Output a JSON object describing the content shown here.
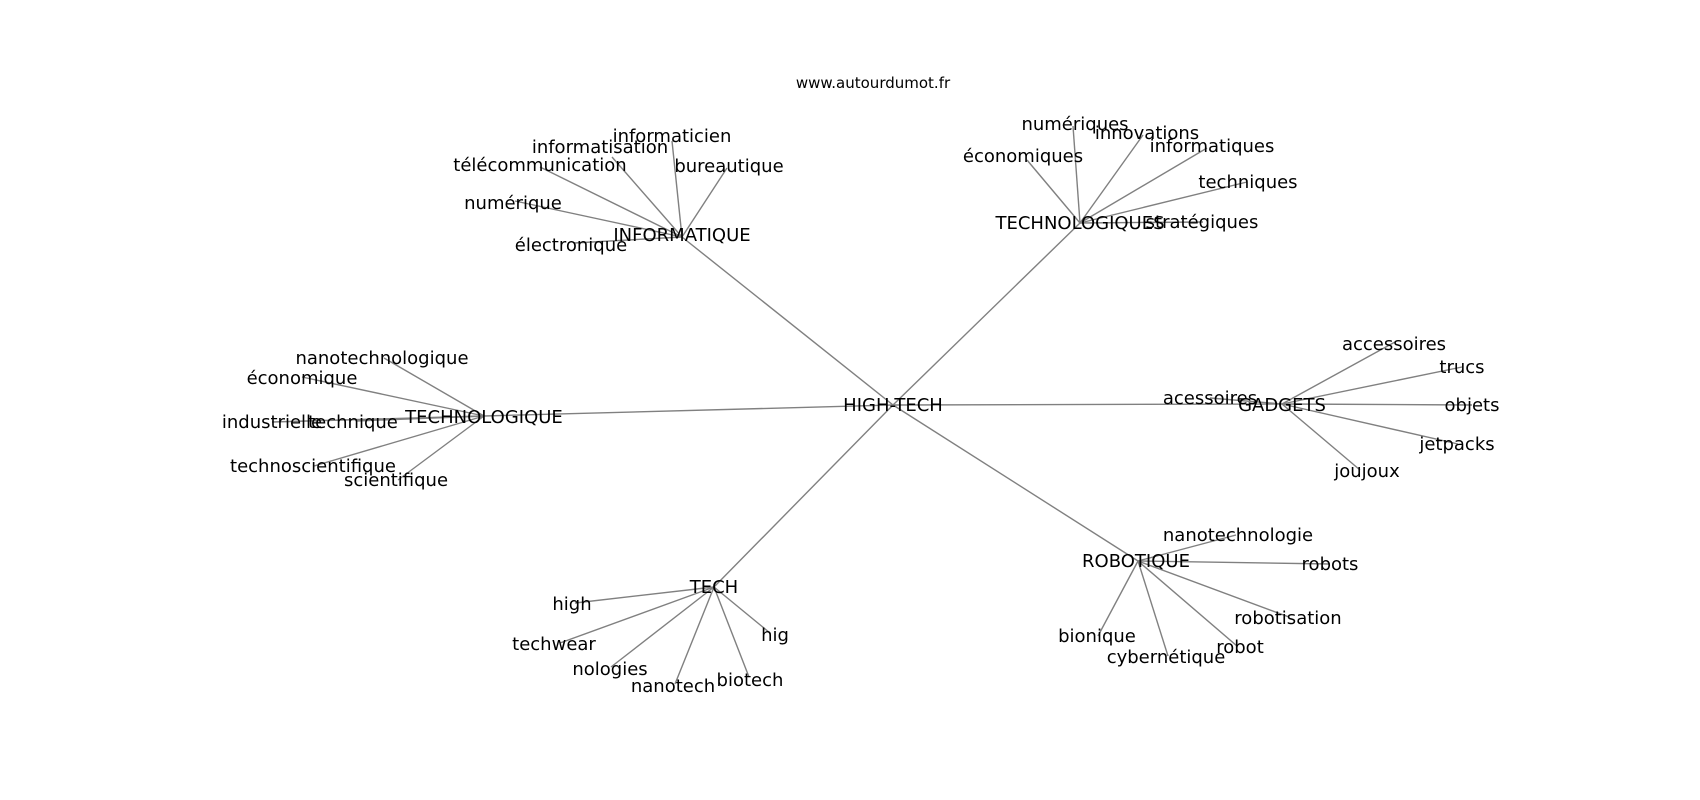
{
  "source_label": "www.autourdumot.fr",
  "root": "HIGH-TECH",
  "branches": [
    {
      "label": "INFORMATIQUE",
      "words": [
        "informaticien",
        "informatisation",
        "télécommunication",
        "bureautique",
        "numérique",
        "électronique"
      ]
    },
    {
      "label": "TECHNOLOGIQUES",
      "words": [
        "numériques",
        "innovations",
        "informatiques",
        "économiques",
        "techniques",
        "stratégiques"
      ]
    },
    {
      "label": "TECHNOLOGIQUE",
      "words": [
        "nanotechnologique",
        "économique",
        "industrielle",
        "technique",
        "technoscientifique",
        "scientifique"
      ]
    },
    {
      "label": "GADGETS",
      "words": [
        "accessoires",
        "trucs",
        "acessoires",
        "objets",
        "jetpacks",
        "joujoux"
      ]
    },
    {
      "label": "ROBOTIQUE",
      "words": [
        "nanotechnologie",
        "robots",
        "robotisation",
        "bionique",
        "robot",
        "cybernétique"
      ]
    },
    {
      "label": "TECH",
      "words": [
        "high",
        "techwear",
        "hig",
        "nologies",
        "biotech",
        "nanotech"
      ]
    }
  ]
}
